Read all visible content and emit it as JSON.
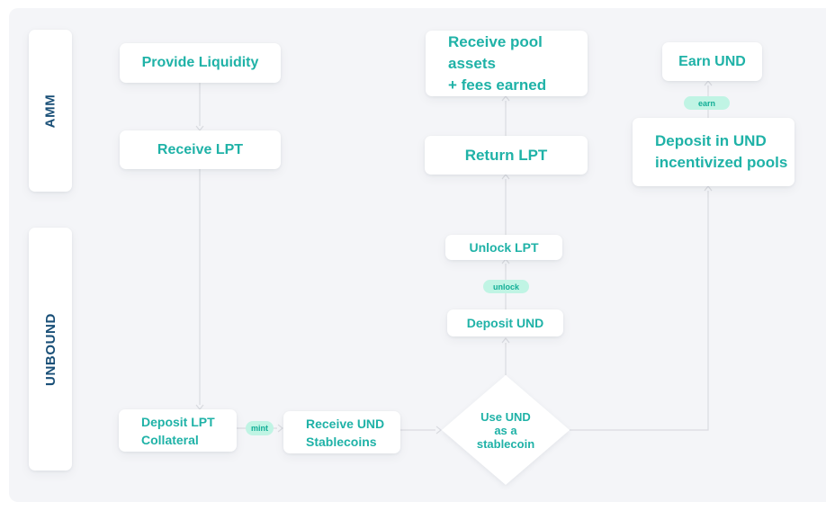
{
  "colors": {
    "background": "#ffffff",
    "panel": "#f4f5f8",
    "card": "#ffffff",
    "accent_teal": "#1fb2a7",
    "navy": "#194f77",
    "pill_bg": "#c0f4e4",
    "pill_text": "#12ae96",
    "connector": "#d9dbe0"
  },
  "lanes": [
    {
      "id": "amm",
      "label": "AMM"
    },
    {
      "id": "unbound",
      "label": "UNBOUND"
    }
  ],
  "nodes": {
    "provide_liquidity": "Provide Liquidity",
    "receive_lpt": "Receive LPT",
    "receive_pool_assets": "Receive pool assets\n+ fees earned",
    "return_lpt": "Return LPT",
    "earn_und": "Earn UND",
    "deposit_incentivized": "Deposit in UND\nincentivized pools",
    "unlock_lpt": "Unlock LPT",
    "deposit_und": "Deposit UND",
    "deposit_lpt_collateral": "Deposit LPT\nCollateral",
    "receive_und_stablecoins": "Receive UND\nStablecoins",
    "use_und_stablecoin": "Use UND\nas a\nstablecoin"
  },
  "edge_labels": {
    "mint": "mint",
    "unlock": "unlock",
    "earn": "earn"
  }
}
